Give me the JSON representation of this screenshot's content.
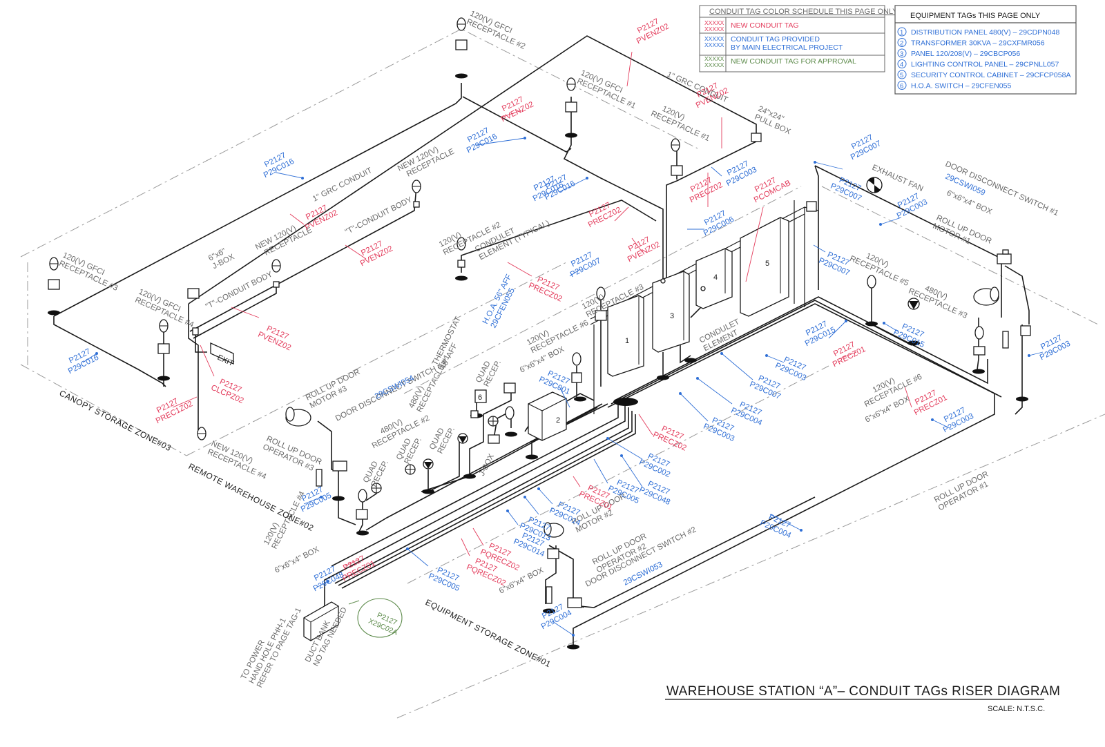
{
  "conduit_schedule": {
    "header": "CONDUIT TAG COLOR SCHEDULE THIS PAGE ONLY",
    "rows": [
      {
        "sample": [
          "XXXXX",
          "XXXXX"
        ],
        "color": "#e33b5b",
        "description": [
          "NEW CONDUIT TAG"
        ]
      },
      {
        "sample": [
          "XXXXX",
          "XXXXX"
        ],
        "color": "#2f6fd6",
        "description": [
          "CONDUIT TAG PROVIDED",
          "BY MAIN ELECTRICAL PROJECT"
        ]
      },
      {
        "sample": [
          "XXXXX",
          "XXXXX"
        ],
        "color": "#5c8a4a",
        "description": [
          "NEW CONDUIT TAG FOR APPROVAL"
        ]
      }
    ]
  },
  "equipment_tags": {
    "header": "EQUIPMENT TAGs THIS PAGE ONLY",
    "items": [
      {
        "num": "1",
        "text": "DISTRIBUTION PANEL 480(V) – 29CDPN048"
      },
      {
        "num": "2",
        "text": "TRANSFORMER 30KVA – 29CXFMR056"
      },
      {
        "num": "3",
        "text": "PANEL 120/208(V) – 29CBCP056"
      },
      {
        "num": "4",
        "text": "LIGHTING CONTROL PANEL – 29CPNLL057"
      },
      {
        "num": "5",
        "text": "SECURITY CONTROL CABINET – 29CFCP058A"
      },
      {
        "num": "6",
        "text": "H.O.A. SWITCH – 29CFEN055"
      }
    ]
  },
  "zones": {
    "zone3": "CANOPY STORAGE ZONE#03",
    "zone2": "REMOTE WAREHOUSE ZONE#02",
    "zone1": "EQUIPMENT STORAGE ZONE#01"
  },
  "equipment_numbers": {
    "n1": "1",
    "n2": "2",
    "n3": "3",
    "n4": "4",
    "n5": "5",
    "n6": "6"
  },
  "exit_sign": "EXIT",
  "labels_gray": {
    "gfci2": [
      "120(V) GFCI",
      "RECEPTACLE #2"
    ],
    "gfci1": [
      "120(V) GFCI",
      "RECEPTACLE #1"
    ],
    "gfci3": [
      "120(V) GFCI",
      "RECEPTACLE #3"
    ],
    "gfci4": [
      "120(V) GFCI",
      "RECEPTACLE #4"
    ],
    "grc1": "1\" GRC CONDUIT",
    "grc2": "1\" GRC CONDUIT",
    "pullbox": [
      "24\"x24\"",
      "PULL BOX"
    ],
    "rec1": [
      "120(V)",
      "RECEPTACLE #1"
    ],
    "newrec_top": [
      "NEW 120(V)",
      "RECEPTACLE"
    ],
    "newrec_mid": [
      "NEW 120(V)",
      "RECEPTACLE"
    ],
    "newrec4": [
      "NEW 120(V)",
      "RECEPTACLE #4"
    ],
    "tbody1": "\"T\"-CONDUIT BODY",
    "tbody2": "\"T\"-CONDUIT BODY",
    "jbox66": [
      "6\"x6\"",
      "J-BOX"
    ],
    "rec2": [
      "120(V)",
      "RECEPTACLE #2"
    ],
    "condulet_typ": [
      "CONDULET",
      "ELEMENT (TYPICAL)"
    ],
    "rec3": [
      "120(V)",
      "RECEPTACLE #3"
    ],
    "exhaust": "EXHAUST FAN",
    "door_ds1": "DOOR DISCONNECT SWITCH #1",
    "box664_r": "6\"x6\"x4\" BOX",
    "rollup_m1": [
      "ROLL UP DOOR",
      "MOTOR #1"
    ],
    "rec5": [
      "120(V)",
      "RECEPTACLE #5"
    ],
    "rec480_3": [
      "480(V)",
      "RECEPTACLE #3"
    ],
    "condulet": [
      "CONDULET",
      "ELEMENT"
    ],
    "hoa": [
      "H.O.A. 56\" AFF"
    ],
    "thermostat": [
      "THERMOSTAT",
      "48\" AFF"
    ],
    "quad1": [
      "QUAD",
      "RECEP."
    ],
    "rec6": [
      "120(V)",
      "RECEPTACLE #6"
    ],
    "box664_a": "6\"x6\"x4\" BOX",
    "rec480_1": [
      "480(V)",
      "RECEPTACLE #1"
    ],
    "rollup_m3": [
      "ROLL UP DOOR",
      "MOTOR #3"
    ],
    "door_ds3": "DOOR DISCONNECT SWITCH #3",
    "rec480_2": [
      "480(V)",
      "RECEPTACLE #2"
    ],
    "quad2": [
      "QUAD",
      "RECEP."
    ],
    "quad3": [
      "QUAD",
      "RECEP."
    ],
    "quad4": [
      "QUAD",
      "RECEP."
    ],
    "jbox": "J-BOX",
    "rollup_op3": [
      "ROLL UP DOOR",
      "OPERATOR #3"
    ],
    "rec6_r": [
      "120(V)",
      "RECEPTACLE #6"
    ],
    "box664_rr": "6\"x6\"x4\" BOX",
    "rollup_op1": [
      "ROLL UP DOOR",
      "OPERATOR #1"
    ],
    "rec4": [
      "120(V)",
      "RECEPTACLE #4"
    ],
    "box664_l": "6\"x6\"x4\" BOX",
    "rollup_m2": [
      "ROLL UP DOOR",
      "MOTOR #2"
    ],
    "rollup_op2": [
      "ROLL UP DOOR",
      "OPERATOR #2"
    ],
    "door_ds2": "DOOR DISCONNECT SWITCH #2",
    "box664_b": "6\"x6\"x4\" BOX",
    "power": [
      "TO POWER",
      "HAND HOLE PHH-1",
      "REFER TO PAGE TAG-1"
    ],
    "ductbank": [
      "DUCT BANK",
      "NO TAG NEEDED"
    ]
  },
  "tags": [
    {
      "id": "t01",
      "color": "red",
      "lines": [
        "P2127",
        "PVENZ02"
      ]
    },
    {
      "id": "t02",
      "color": "red",
      "lines": [
        "P2127",
        "PVENZ02"
      ]
    },
    {
      "id": "t03",
      "color": "red",
      "lines": [
        "P2127",
        "PVENZ02"
      ]
    },
    {
      "id": "t04",
      "color": "blue",
      "lines": [
        "P2127",
        "P29C016"
      ]
    },
    {
      "id": "t05",
      "color": "blue",
      "lines": [
        "P2127",
        "P29C016"
      ]
    },
    {
      "id": "t06",
      "color": "red",
      "lines": [
        "P2127",
        "PVENZ02"
      ]
    },
    {
      "id": "t07",
      "color": "red",
      "lines": [
        "P2127",
        "PVENZ02"
      ]
    },
    {
      "id": "t08",
      "color": "blue",
      "lines": [
        "P2127",
        "P29C016"
      ]
    },
    {
      "id": "t09",
      "color": "red",
      "lines": [
        "P2127",
        "PRECZ02"
      ]
    },
    {
      "id": "t10",
      "color": "red",
      "lines": [
        "P2127",
        "PCOMCAB"
      ]
    },
    {
      "id": "t11",
      "color": "blue",
      "lines": [
        "P2127",
        "P29C003"
      ]
    },
    {
      "id": "t12",
      "color": "blue",
      "lines": [
        "P2127",
        "P29C006"
      ]
    },
    {
      "id": "t13",
      "color": "red",
      "lines": [
        "P2127",
        "PRECZ02"
      ]
    },
    {
      "id": "t14",
      "color": "red",
      "lines": [
        "P2127",
        "PVENZ02"
      ]
    },
    {
      "id": "t15",
      "color": "blue",
      "lines": [
        "P2127",
        "P29C007"
      ]
    },
    {
      "id": "t16",
      "color": "red",
      "lines": [
        "P2127",
        "PRECZ02"
      ]
    },
    {
      "id": "t17",
      "color": "red",
      "lines": [
        "P2127",
        "PVENZ02"
      ]
    },
    {
      "id": "t18",
      "color": "blue",
      "lines": [
        "P2127",
        "P29C016"
      ]
    },
    {
      "id": "t19",
      "color": "red",
      "lines": [
        "P2127",
        "CLCPZ02"
      ]
    },
    {
      "id": "t20",
      "color": "red",
      "lines": [
        "P2127",
        "PREC1Z02"
      ]
    },
    {
      "id": "t21",
      "color": "blue",
      "lines": [
        "P2127",
        "P29C007"
      ]
    },
    {
      "id": "t22",
      "color": "blue",
      "lines": [
        "P2127",
        "P29C007"
      ]
    },
    {
      "id": "t23",
      "color": "blue",
      "lines": [
        "P2127",
        "P29C003"
      ]
    },
    {
      "id": "t24",
      "color": "blue",
      "lines": [
        "P2127",
        "P29C007"
      ]
    },
    {
      "id": "t25",
      "color": "blue",
      "lines": [
        "P2127",
        "P29C015"
      ]
    },
    {
      "id": "t26",
      "color": "blue",
      "lines": [
        "P2127",
        "P29C015"
      ]
    },
    {
      "id": "t27",
      "color": "red",
      "lines": [
        "P2127",
        "PRECZ01"
      ]
    },
    {
      "id": "t28",
      "color": "blue",
      "lines": [
        "P2127",
        "P29C003"
      ]
    },
    {
      "id": "t29",
      "color": "blue",
      "lines": [
        "P2127",
        "P29C007"
      ]
    },
    {
      "id": "t30",
      "color": "blue",
      "lines": [
        "P2127",
        "P29C004"
      ]
    },
    {
      "id": "t31",
      "color": "blue",
      "lines": [
        "P2127",
        "P29C003"
      ]
    },
    {
      "id": "t32",
      "color": "red",
      "lines": [
        "P2127",
        "PRECZ01"
      ]
    },
    {
      "id": "t33",
      "color": "blue",
      "lines": [
        "P2127",
        "P29C003"
      ]
    },
    {
      "id": "t34",
      "color": "blue",
      "lines": [
        "P2127",
        "P29C003"
      ]
    },
    {
      "id": "t35",
      "color": "blue",
      "lines": [
        "P2127",
        "P29C001"
      ]
    },
    {
      "id": "t36",
      "color": "red",
      "lines": [
        "P2127",
        "PRECZ02"
      ]
    },
    {
      "id": "t37",
      "color": "blue",
      "lines": [
        "P2127",
        "P29C002"
      ]
    },
    {
      "id": "t38",
      "color": "blue",
      "lines": [
        "P2127",
        "P29C048"
      ]
    },
    {
      "id": "t39",
      "color": "blue",
      "lines": [
        "P2127",
        "P29C005"
      ]
    },
    {
      "id": "t40",
      "color": "red",
      "lines": [
        "P2127",
        "PRECZ01"
      ]
    },
    {
      "id": "t41",
      "color": "blue",
      "lines": [
        "P2127",
        "P29C014"
      ]
    },
    {
      "id": "t42",
      "color": "blue",
      "lines": [
        "P2127",
        "P29C013"
      ]
    },
    {
      "id": "t43",
      "color": "blue",
      "lines": [
        "P2127",
        "P29C014"
      ]
    },
    {
      "id": "t44",
      "color": "red",
      "lines": [
        "P2127",
        "PQRECZ02"
      ]
    },
    {
      "id": "t45",
      "color": "red",
      "lines": [
        "P2127",
        "PQRECZ02"
      ]
    },
    {
      "id": "t46",
      "color": "blue",
      "lines": [
        "P2127",
        "P29C005"
      ]
    },
    {
      "id": "t47",
      "color": "red",
      "lines": [
        "P2127",
        "PRECZ01"
      ]
    },
    {
      "id": "t48",
      "color": "blue",
      "lines": [
        "P2127",
        "P29C048"
      ]
    },
    {
      "id": "t49",
      "color": "blue",
      "lines": [
        "P2127",
        "P29C005"
      ]
    },
    {
      "id": "t50",
      "color": "blue",
      "lines": [
        "P2127",
        "P29C004"
      ]
    },
    {
      "id": "t51",
      "color": "blue",
      "lines": [
        "P2127",
        "P29C004"
      ]
    },
    {
      "id": "t52",
      "color": "blue",
      "lines": [
        "P2127",
        "P29C016"
      ]
    },
    {
      "id": "t53",
      "color": "green",
      "lines": [
        "P2127",
        "X29C02A"
      ]
    }
  ],
  "tag_ids": {
    "hoa": "29CFEN055",
    "ds3": "29CSWI054",
    "ds2": "29CSWI053",
    "ds1": "29CSWI059"
  },
  "title": "WAREHOUSE STATION “A”– CONDUIT TAGs RISER DIAGRAM",
  "scale": "SCALE: N.T.S.C."
}
